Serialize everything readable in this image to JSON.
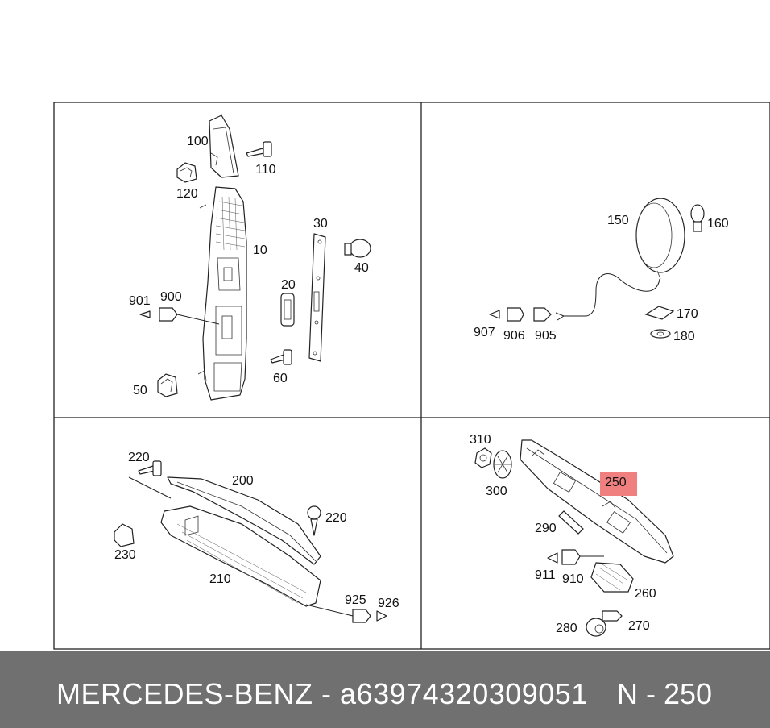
{
  "footer": {
    "brand_part": "MERCEDES-BENZ - a63974320309051",
    "page": "N - 250"
  },
  "highlight_color": "#f08080",
  "panels": {
    "top_left": {
      "labels": [
        "100",
        "110",
        "120",
        "10",
        "30",
        "40",
        "20",
        "901",
        "900",
        "60",
        "50"
      ]
    },
    "top_right": {
      "labels": [
        "150",
        "160",
        "170",
        "180",
        "907",
        "906",
        "905"
      ]
    },
    "bottom_left": {
      "labels": [
        "220",
        "200",
        "220",
        "230",
        "210",
        "925",
        "926"
      ]
    },
    "bottom_right": {
      "labels": [
        "310",
        "300",
        "250",
        "290",
        "911",
        "910",
        "260",
        "280",
        "270"
      ],
      "highlighted": "250"
    }
  }
}
